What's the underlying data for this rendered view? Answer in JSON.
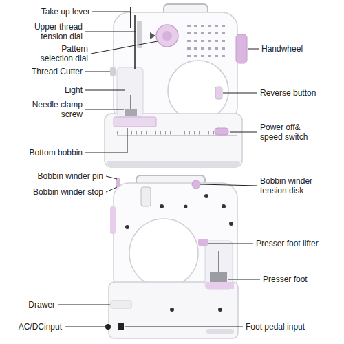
{
  "diagram": {
    "labels": [
      "Take up lever",
      "Upper thread tension dial",
      "Pattern selection dial",
      "Thread Cutter",
      "Light",
      "Needle clamp screw",
      "Bottom bobbin",
      "Handwheel",
      "Reverse button",
      "Power off& speed switch",
      "Bobbin winder pin",
      "Bobbin winder stop",
      "Bobbin winder tension disk",
      "Presser foot lifter",
      "Presser foot",
      "Drawer",
      "AC/DCinput",
      "Foot pedal input"
    ]
  }
}
